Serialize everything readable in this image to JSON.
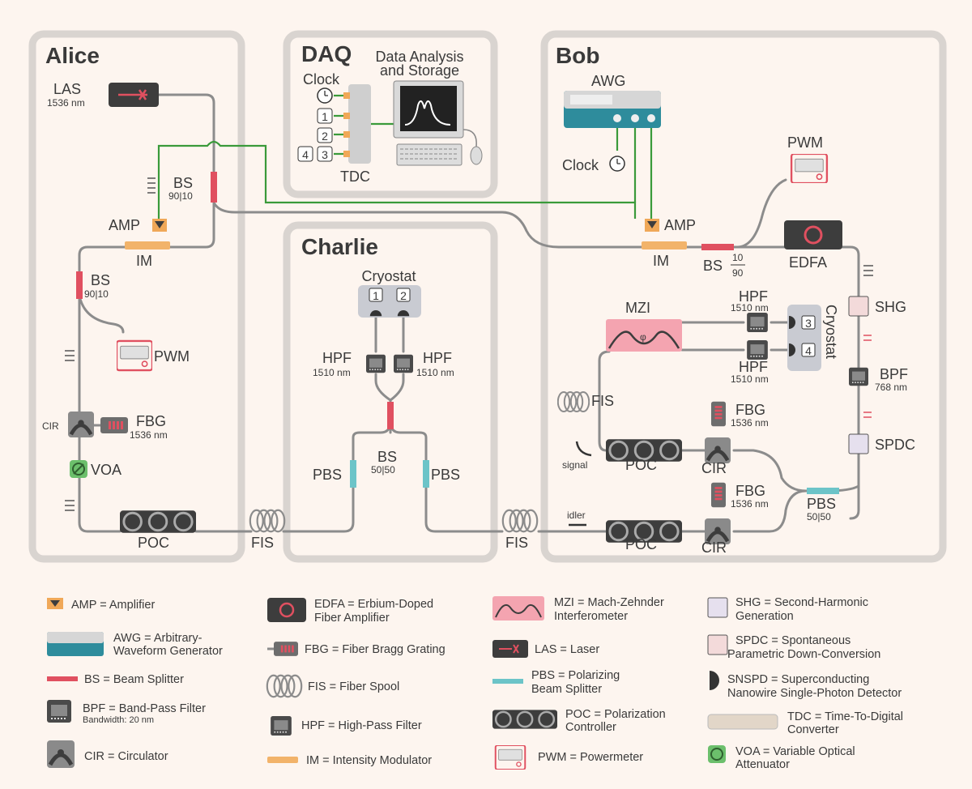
{
  "panels": {
    "alice": "Alice",
    "daq": "DAQ",
    "bob": "Bob",
    "charlie": "Charlie"
  },
  "alice": {
    "las": "LAS",
    "las_wl": "1536 nm",
    "bs1": "BS",
    "bs1_ratio": "90|10",
    "amp": "AMP",
    "im": "IM",
    "bs2": "BS",
    "bs2_ratio": "90|10",
    "pwm": "PWM",
    "cir": "CIR",
    "fbg": "FBG",
    "fbg_wl": "1536 nm",
    "voa": "VOA",
    "poc": "POC"
  },
  "daq": {
    "clock": "Clock",
    "analysis1": "Data Analysis",
    "analysis2": "and Storage",
    "tdc": "TDC",
    "ch": [
      "1",
      "2",
      "3",
      "4"
    ]
  },
  "charlie": {
    "cryostat": "Cryostat",
    "det": [
      "1",
      "2"
    ],
    "hpf": "HPF",
    "hpf_wl": "1510 nm",
    "bs": "BS",
    "bs_ratio": "50|50",
    "pbs": "PBS"
  },
  "bob": {
    "awg": "AWG",
    "clock": "Clock",
    "amp": "AMP",
    "im": "IM",
    "bs": "BS",
    "bs_top": "10",
    "bs_bot": "90",
    "pwm": "PWM",
    "edfa": "EDFA",
    "shg": "SHG",
    "bpf": "BPF",
    "bpf_wl": "768 nm",
    "spdc": "SPDC",
    "mzi": "MZI",
    "hpf": "HPF",
    "hpf_wl": "1510 nm",
    "cryostat": "Cryostat",
    "det": [
      "3",
      "4"
    ],
    "fis": "FIS",
    "signal": "signal",
    "idler": "idler",
    "poc": "POC",
    "cir": "CIR",
    "fbg": "FBG",
    "fbg_wl": "1536 nm",
    "pbs": "PBS",
    "pbs_ratio": "50|50"
  },
  "links": {
    "fis_left": "FIS",
    "fis_right": "FIS"
  },
  "legend": [
    {
      "l1": "AMP = Amplifier"
    },
    {
      "l1": "AWG = Arbitrary-",
      "l2": "Waveform Generator"
    },
    {
      "l1": "BS = Beam Splitter"
    },
    {
      "l1": "BPF = Band-Pass Filter",
      "small": "Bandwidth: 20 nm"
    },
    {
      "l1": "CIR = Circulator"
    },
    {
      "l1": "EDFA = Erbium-Doped",
      "l2": "Fiber Amplifier"
    },
    {
      "l1": "FBG = Fiber Bragg Grating"
    },
    {
      "l1": "FIS = Fiber Spool"
    },
    {
      "l1": "HPF = High-Pass Filter"
    },
    {
      "l1": "IM = Intensity Modulator"
    },
    {
      "l1": "MZI = Mach-Zehnder",
      "l2": "Interferometer"
    },
    {
      "l1": "LAS = Laser"
    },
    {
      "l1": "PBS = Polarizing",
      "l2": "Beam Splitter"
    },
    {
      "l1": "POC = Polarization",
      "l2": "Controller"
    },
    {
      "l1": "PWM = Powermeter"
    },
    {
      "l1": "SHG = Second-Harmonic",
      "l2": "Generation"
    },
    {
      "l1": "SPDC = Spontaneous",
      "l2": "Parametric Down-Conversion"
    },
    {
      "l1": "SNSPD = Superconducting",
      "l2": "Nanowire Single-Photon Detector"
    },
    {
      "l1": "TDC = Time-To-Digital",
      "l2": "Converter"
    },
    {
      "l1": "VOA = Variable Optical",
      "l2": "Attenuator"
    }
  ],
  "colors": {
    "bs": "#e05060",
    "pbs": "#6cc4c8",
    "amp": "#f0a858",
    "im": "#f2b36a",
    "voa": "#6cbf6c",
    "wire": "#3a9a3a",
    "panel": "#d9d4d0",
    "device": "#3d3d3d"
  }
}
